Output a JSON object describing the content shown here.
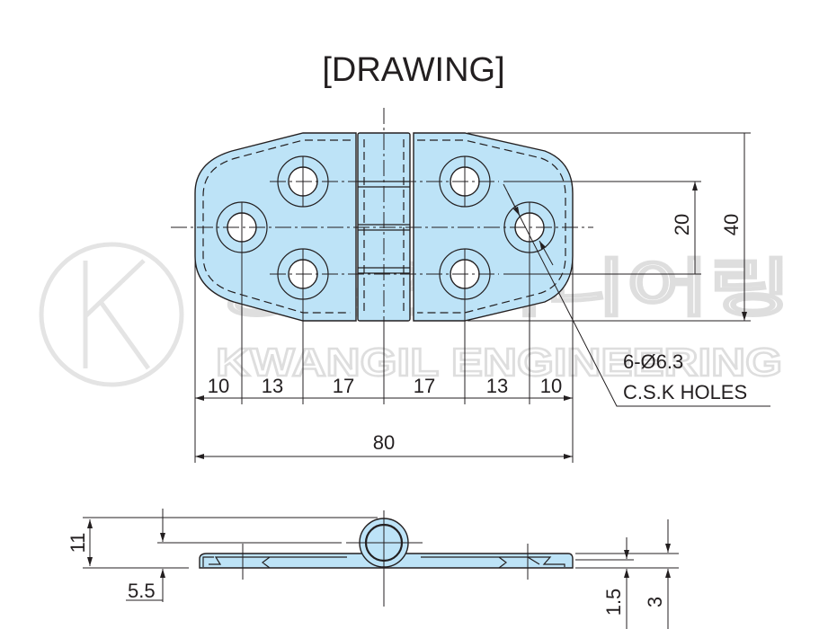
{
  "title": "[DRAWING]",
  "watermark": {
    "logo_letter": "K",
    "company": "KWANGIL ENGINEERING",
    "korean_name": "광일엔지니어링"
  },
  "colors": {
    "part_fill": "#bde3f7",
    "line": "#231f20"
  },
  "top_view": {
    "horizontal_dims": [
      "10",
      "13",
      "17",
      "17",
      "13",
      "10"
    ],
    "overall_width": "80",
    "vertical_dims": {
      "hole_spacing": "20",
      "overall_height": "40"
    },
    "hole_note": {
      "count_dia": "6-Ø6.3",
      "type": "C.S.K HOLES"
    }
  },
  "side_view": {
    "knuckle_height": "11",
    "pin_center": "5.5",
    "leaf_thickness": "1.5",
    "countersink_depth": "3"
  }
}
